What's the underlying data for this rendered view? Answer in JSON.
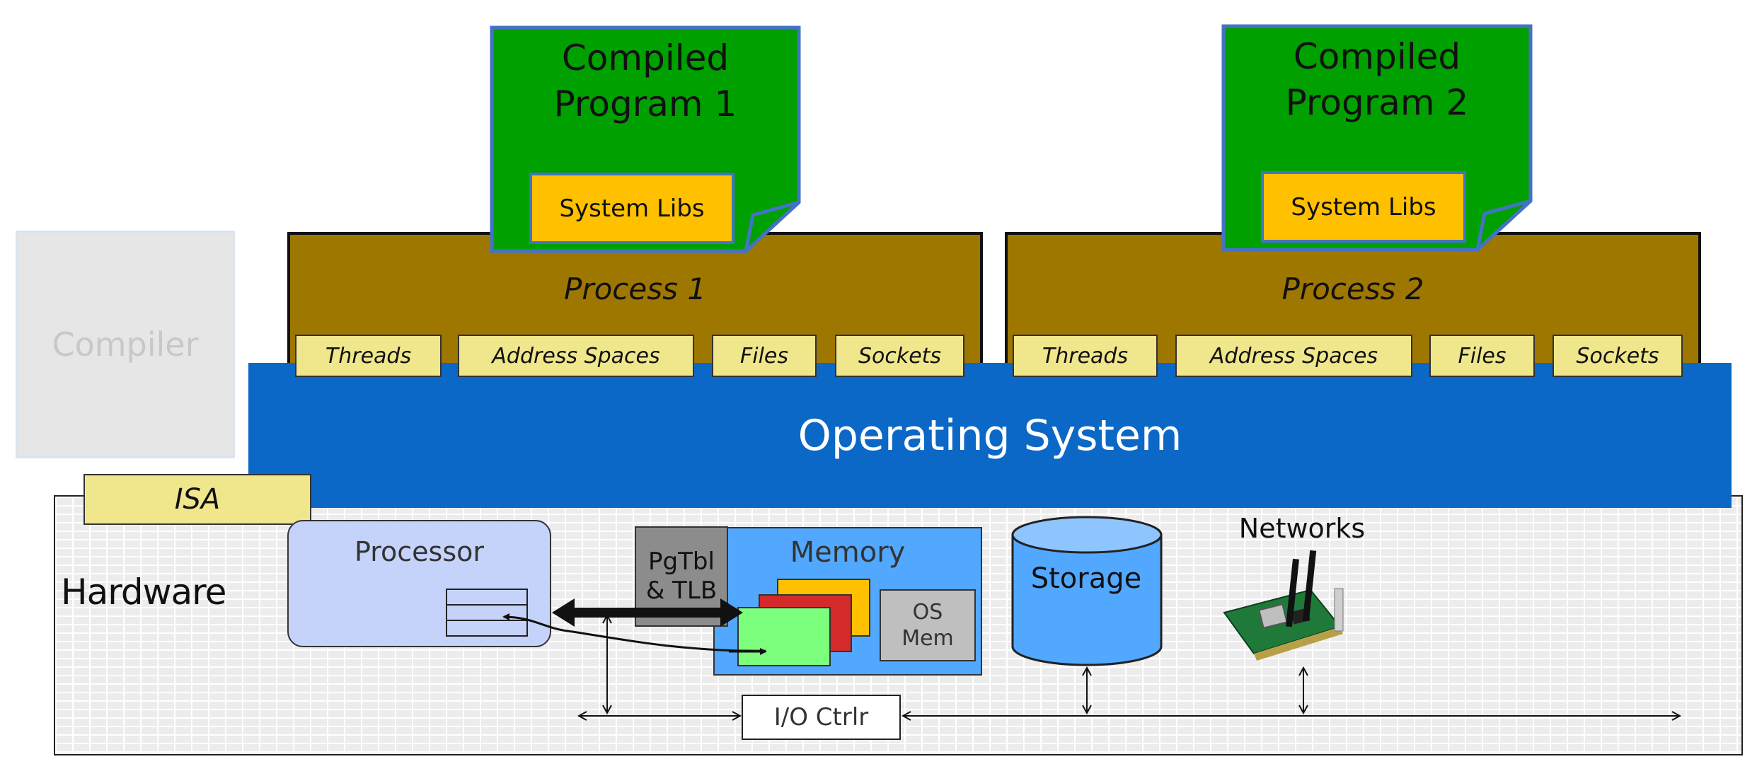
{
  "compiler": {
    "label": "Compiler"
  },
  "programs": [
    {
      "title_line1": "Compiled",
      "title_line2": "Program 1",
      "libs": "System Libs"
    },
    {
      "title_line1": "Compiled",
      "title_line2": "Program 2",
      "libs": "System Libs"
    }
  ],
  "processes": [
    {
      "label": "Process 1",
      "resources": [
        "Threads",
        "Address Spaces",
        "Files",
        "Sockets"
      ]
    },
    {
      "label": "Process 2",
      "resources": [
        "Threads",
        "Address Spaces",
        "Files",
        "Sockets"
      ]
    }
  ],
  "os": {
    "label": "Operating System"
  },
  "isa": {
    "label": "ISA"
  },
  "hardware": {
    "label": "Hardware",
    "processor": "Processor",
    "pgtbl_line1": "PgTbl",
    "pgtbl_line2": "& TLB",
    "memory": "Memory",
    "osmem_line1": "OS",
    "osmem_line2": "Mem",
    "storage": "Storage",
    "networks": "Networks",
    "ioctrl": "I/O Ctrlr"
  },
  "colors": {
    "program_green": "#00a000",
    "syslib_orange": "#ffc000",
    "process_brown": "#9e7700",
    "resource_yellow": "#f0e68c",
    "os_blue": "#0c68c6",
    "processor_lavender": "#c5d3fb",
    "memory_blue": "#52a8ff",
    "storage_blue": "#52a8ff"
  }
}
